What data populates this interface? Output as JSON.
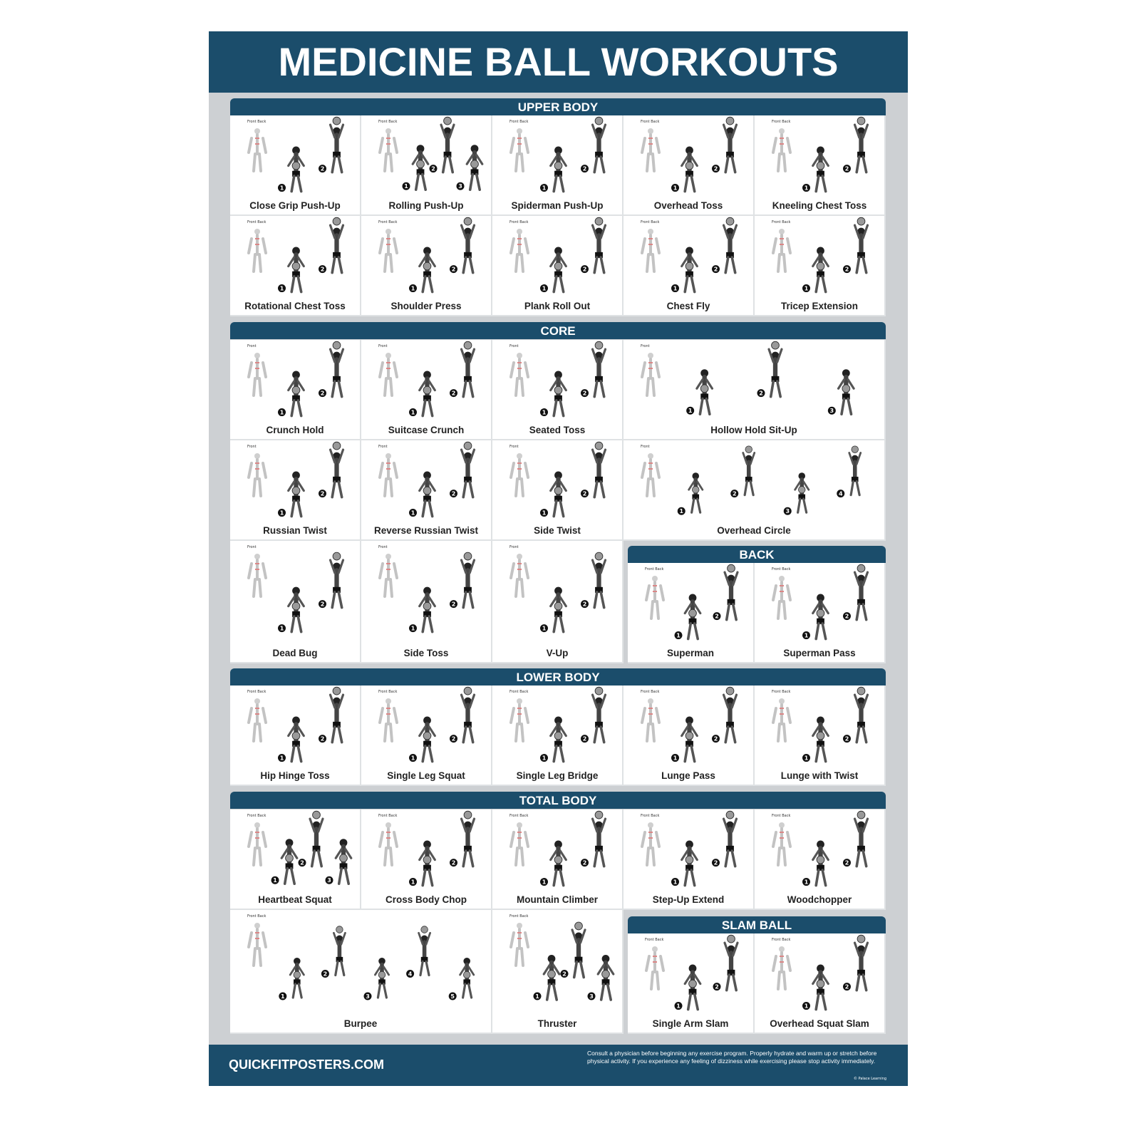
{
  "title": "MEDICINE BALL WORKOUTS",
  "colors": {
    "brand": "#1b4d6b",
    "background": "#cdd0d3",
    "card": "#ffffff"
  },
  "sections": [
    {
      "title": "UPPER BODY",
      "muscle_label": "Front Back",
      "exercises": [
        {
          "name": "Close Grip Push-Up",
          "steps": 2
        },
        {
          "name": "Rolling Push-Up",
          "steps": 3
        },
        {
          "name": "Spiderman Push-Up",
          "steps": 2
        },
        {
          "name": "Overhead Toss",
          "steps": 2
        },
        {
          "name": "Kneeling Chest Toss",
          "steps": 2
        },
        {
          "name": "Rotational Chest Toss",
          "steps": 2
        },
        {
          "name": "Shoulder Press",
          "steps": 2
        },
        {
          "name": "Plank Roll Out",
          "steps": 2
        },
        {
          "name": "Chest Fly",
          "steps": 2
        },
        {
          "name": "Tricep Extension",
          "steps": 2
        }
      ]
    },
    {
      "title": "CORE",
      "muscle_label": "Front",
      "exercises": [
        {
          "name": "Crunch Hold",
          "steps": 2
        },
        {
          "name": "Suitcase Crunch",
          "steps": 2
        },
        {
          "name": "Seated Toss",
          "steps": 2
        },
        {
          "name": "Hollow Hold Sit-Up",
          "steps": 3
        },
        {
          "name": "Russian Twist",
          "steps": 2
        },
        {
          "name": "Reverse Russian Twist",
          "steps": 2
        },
        {
          "name": "Side Twist",
          "steps": 2
        },
        {
          "name": "Overhead Circle",
          "steps": 4
        },
        {
          "name": "Dead Bug",
          "steps": 2
        },
        {
          "name": "Side Toss",
          "steps": 2
        },
        {
          "name": "V-Up",
          "steps": 2
        }
      ]
    },
    {
      "title": "BACK",
      "muscle_label": "Front Back",
      "exercises": [
        {
          "name": "Superman",
          "steps": 2
        },
        {
          "name": "Superman Pass",
          "steps": 2
        }
      ]
    },
    {
      "title": "LOWER BODY",
      "muscle_label": "Front Back",
      "exercises": [
        {
          "name": "Hip Hinge Toss",
          "steps": 2
        },
        {
          "name": "Single Leg Squat",
          "steps": 2
        },
        {
          "name": "Single Leg Bridge",
          "steps": 2
        },
        {
          "name": "Lunge Pass",
          "steps": 2
        },
        {
          "name": "Lunge with Twist",
          "steps": 2
        }
      ]
    },
    {
      "title": "TOTAL BODY",
      "muscle_label": "Front Back",
      "exercises": [
        {
          "name": "Heartbeat Squat",
          "steps": 3
        },
        {
          "name": "Cross Body Chop",
          "steps": 2
        },
        {
          "name": "Mountain Climber",
          "steps": 2
        },
        {
          "name": "Step-Up Extend",
          "steps": 2
        },
        {
          "name": "Woodchopper",
          "steps": 2
        },
        {
          "name": "Burpee",
          "steps": 5
        },
        {
          "name": "Thruster",
          "steps": 3
        }
      ]
    },
    {
      "title": "SLAM BALL",
      "muscle_label": "Front Back",
      "exercises": [
        {
          "name": "Single Arm Slam",
          "steps": 2
        },
        {
          "name": "Overhead Squat Slam",
          "steps": 2
        }
      ]
    }
  ],
  "footer": {
    "site": "QUICKFITPOSTERS.COM",
    "disclaimer": "Consult a physician before beginning any exercise program. Properly hydrate and warm up or stretch before physical activity. If you experience any feeling of dizziness while exercising please stop activity immediately.",
    "copyright": "© Palace Learning"
  }
}
